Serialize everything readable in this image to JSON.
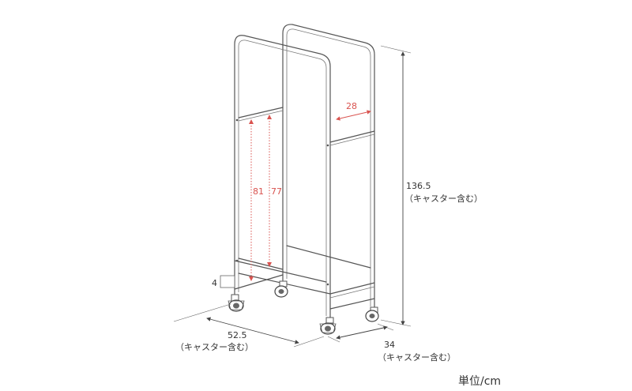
{
  "dimensions": {
    "width": {
      "value": "52.5",
      "note": "（キャスター含む）"
    },
    "depth": {
      "value": "34",
      "note": "（キャスター含む）"
    },
    "height": {
      "value": "136.5",
      "note": "（キャスター含む）"
    },
    "inner_width": {
      "value": "28"
    },
    "inner_height_outer": {
      "value": "81"
    },
    "inner_height_inner": {
      "value": "77"
    },
    "bottom_gap": {
      "value": "4"
    }
  },
  "unit_label": "単位/cm",
  "colors": {
    "frame": "#555555",
    "dimension_line": "#444444",
    "accent_red": "#d9534f",
    "text": "#333333"
  }
}
